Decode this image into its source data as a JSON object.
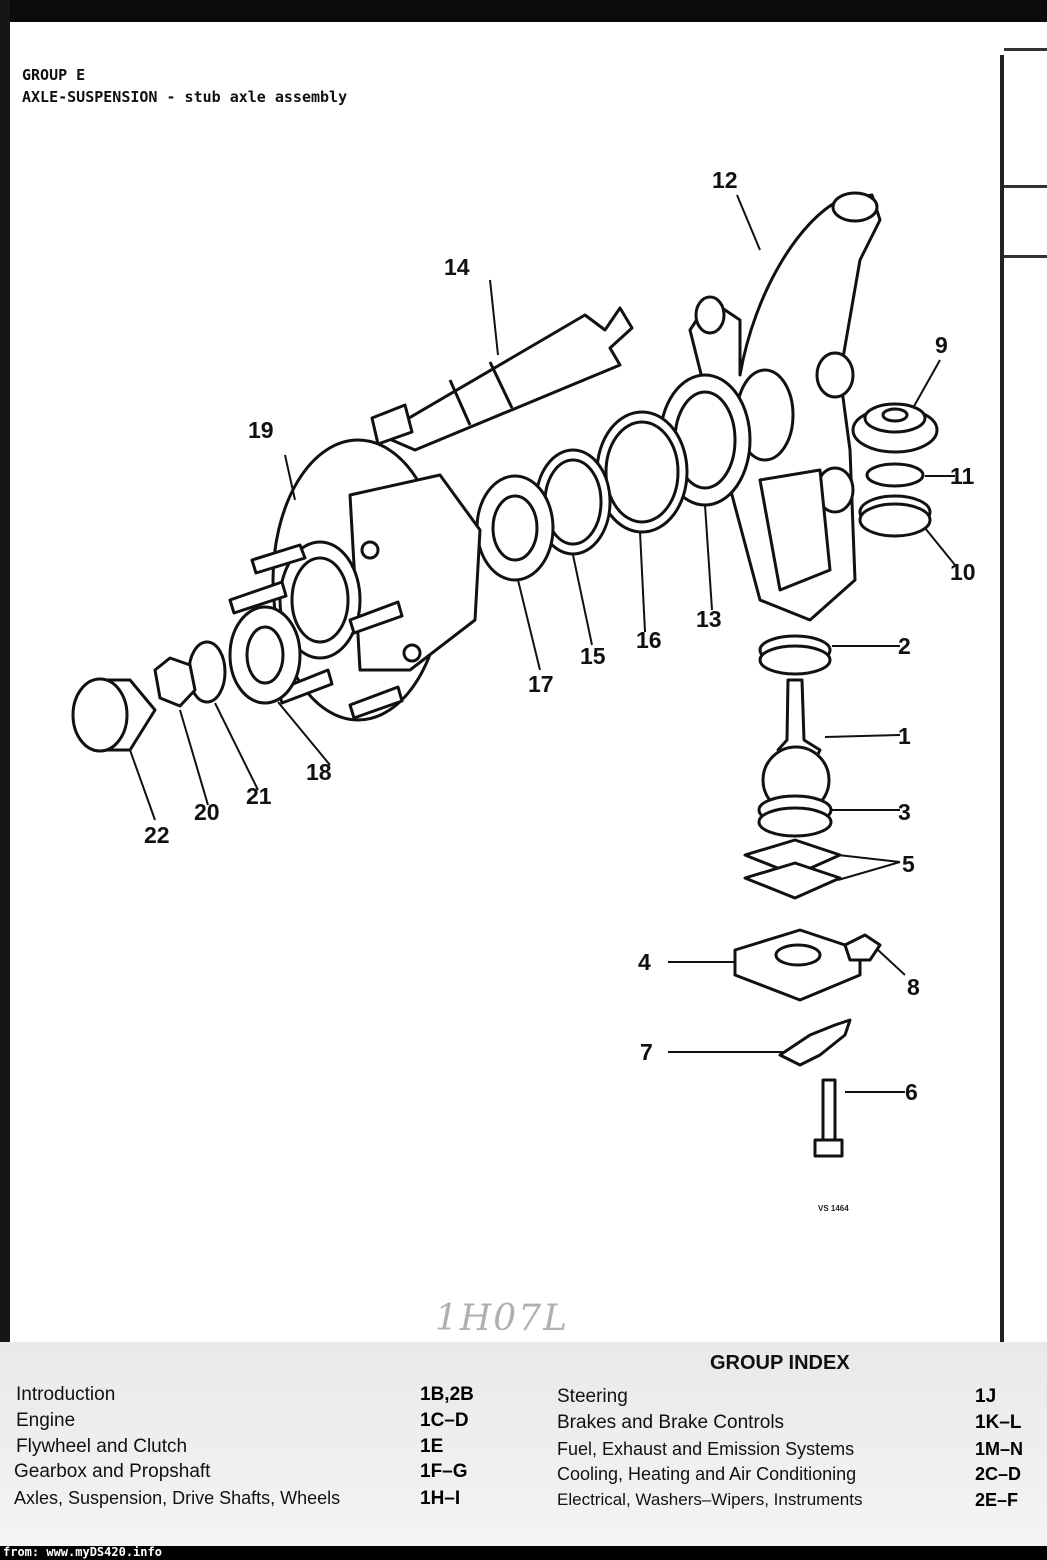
{
  "header": {
    "group": "GROUP E",
    "subtitle": "AXLE-SUSPENSION - stub axle assembly"
  },
  "diagram": {
    "labels": [
      "1",
      "2",
      "3",
      "4",
      "5",
      "6",
      "7",
      "8",
      "9",
      "10",
      "11",
      "12",
      "13",
      "14",
      "15",
      "16",
      "17",
      "18",
      "19",
      "20",
      "21",
      "22"
    ],
    "ref_code": "VS 1464",
    "handwritten_note": "1H07L"
  },
  "group_index": {
    "title": "GROUP INDEX",
    "left": [
      {
        "name": "Introduction",
        "code": "1B,2B"
      },
      {
        "name": "Engine",
        "code": "1C–D"
      },
      {
        "name": "Flywheel and Clutch",
        "code": "1E"
      },
      {
        "name": "Gearbox and Propshaft",
        "code": "1F–G"
      },
      {
        "name": "Axles, Suspension, Drive Shafts, Wheels",
        "code": "1H–I"
      }
    ],
    "right": [
      {
        "name": "Steering",
        "code": "1J"
      },
      {
        "name": "Brakes and Brake Controls",
        "code": "1K–L"
      },
      {
        "name": "Fuel, Exhaust and Emission Systems",
        "code": "1M–N"
      },
      {
        "name": "Cooling, Heating and Air Conditioning",
        "code": "2C–D"
      },
      {
        "name": "Electrical, Washers–Wipers, Instruments",
        "code": "2E–F"
      }
    ]
  },
  "source": "from: www.myDS420.info"
}
